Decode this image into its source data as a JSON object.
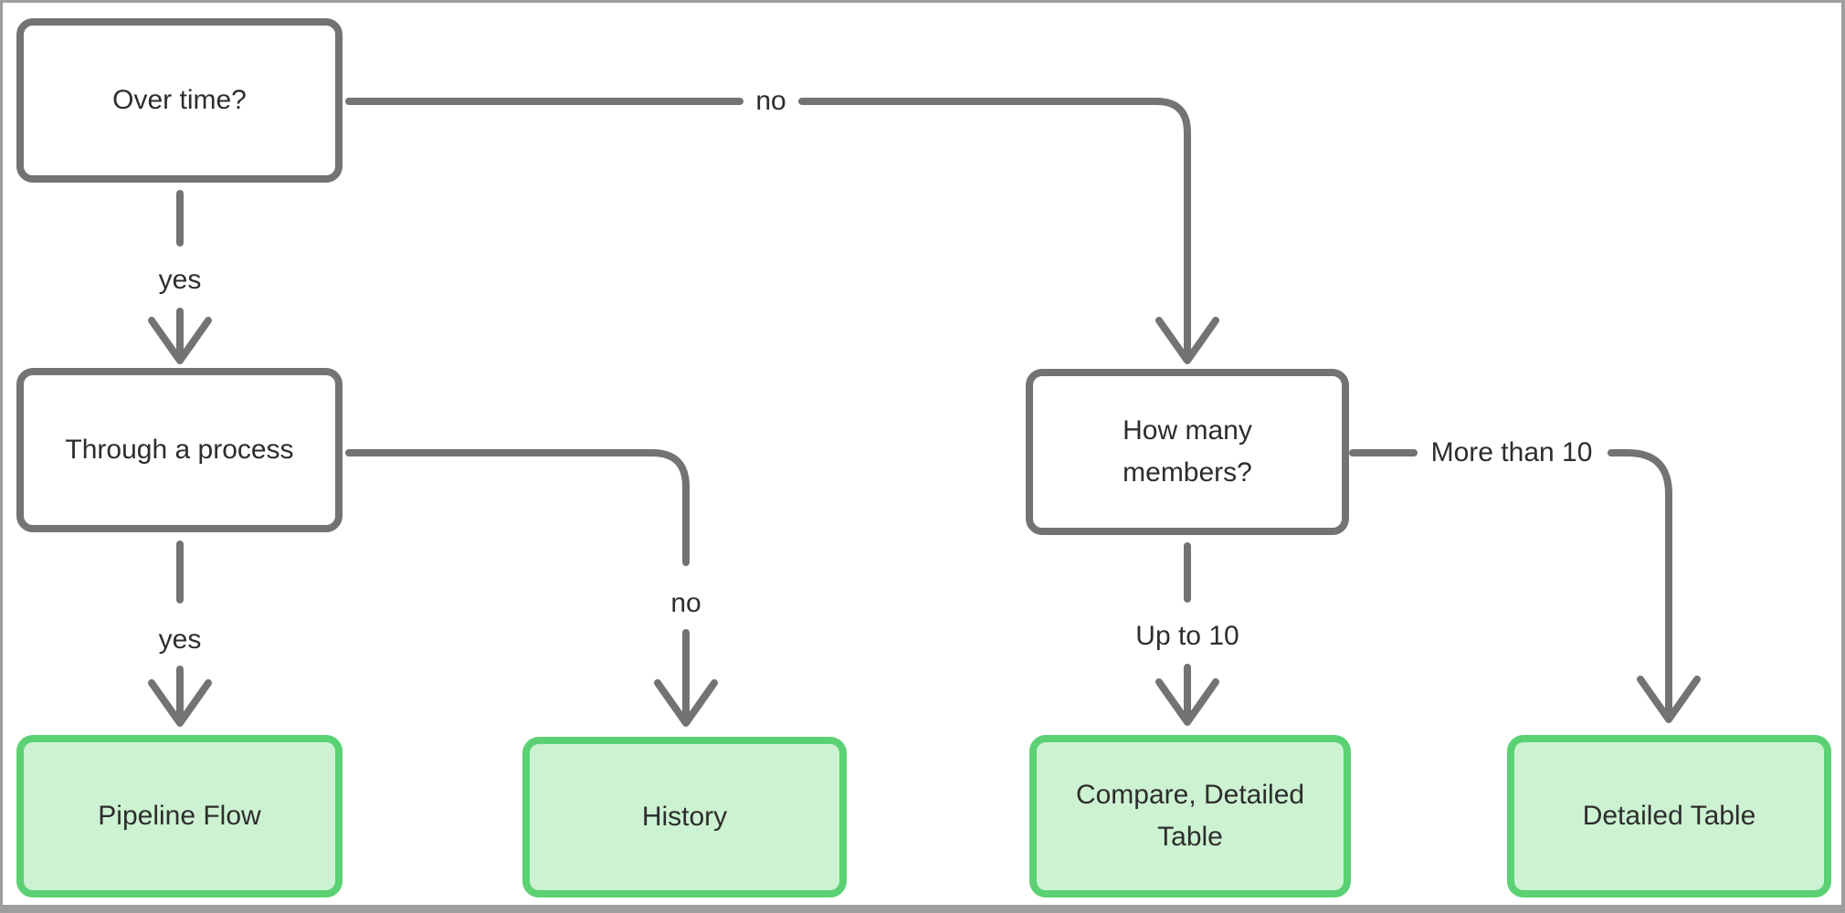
{
  "diagram": {
    "type": "flowchart",
    "background_color": "#ffffff",
    "frame_color": "#9e9e9e",
    "edge_color": "#737373",
    "text_color": "#2d2d2d",
    "decision_node_fill": "#ffffff",
    "decision_node_border": "#737373",
    "result_node_fill": "#cdf2d2",
    "result_node_border": "#5bd173",
    "nodes": [
      {
        "id": "over-time",
        "label": "Over time?",
        "type": "decision"
      },
      {
        "id": "through-process",
        "label": "Through a process",
        "type": "decision"
      },
      {
        "id": "how-many-members",
        "label": "How many members?",
        "type": "decision"
      },
      {
        "id": "pipeline-flow",
        "label": "Pipeline Flow",
        "type": "result"
      },
      {
        "id": "history",
        "label": "History",
        "type": "result"
      },
      {
        "id": "compare-detailed-table",
        "label": "Compare, Detailed Table",
        "type": "result"
      },
      {
        "id": "detailed-table",
        "label": "Detailed Table",
        "type": "result"
      }
    ],
    "edges": [
      {
        "from": "over-time",
        "to": "through-process",
        "label": "yes"
      },
      {
        "from": "over-time",
        "to": "how-many-members",
        "label": "no"
      },
      {
        "from": "through-process",
        "to": "pipeline-flow",
        "label": "yes"
      },
      {
        "from": "through-process",
        "to": "history",
        "label": "no"
      },
      {
        "from": "how-many-members",
        "to": "compare-detailed-table",
        "label": "Up to 10"
      },
      {
        "from": "how-many-members",
        "to": "detailed-table",
        "label": "More than 10"
      }
    ]
  }
}
